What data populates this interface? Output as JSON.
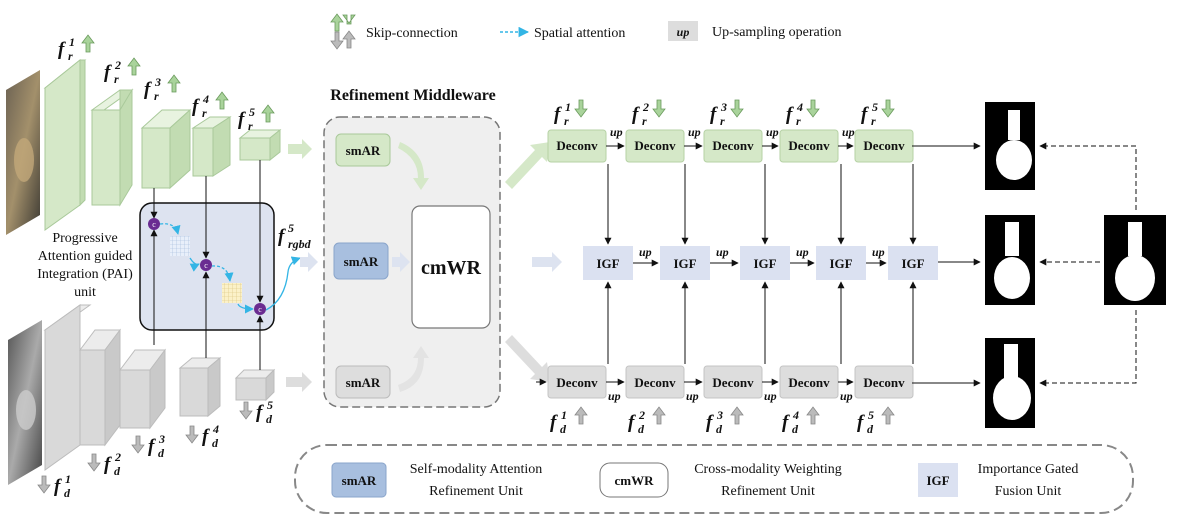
{
  "legend_top": {
    "skip": "Skip-connection",
    "spatial": "Spatial attention",
    "up_tag": "up",
    "up": "Up-sampling operation"
  },
  "title_middleware": "Refinement Middleware",
  "pai_label": [
    "Progressive",
    "Attention guided",
    "Integration (PAI)",
    "unit"
  ],
  "rgb_features": [
    {
      "base": "f",
      "sup": "1",
      "sub": "r"
    },
    {
      "base": "f",
      "sup": "2",
      "sub": "r"
    },
    {
      "base": "f",
      "sup": "3",
      "sub": "r"
    },
    {
      "base": "f",
      "sup": "4",
      "sub": "r"
    },
    {
      "base": "f",
      "sup": "5",
      "sub": "r"
    }
  ],
  "depth_features": [
    {
      "base": "f",
      "sup": "1",
      "sub": "d"
    },
    {
      "base": "f",
      "sup": "2",
      "sub": "d"
    },
    {
      "base": "f",
      "sup": "3",
      "sub": "d"
    },
    {
      "base": "f",
      "sup": "4",
      "sub": "d"
    },
    {
      "base": "f",
      "sup": "5",
      "sub": "d"
    }
  ],
  "rgbd_feature": {
    "base": "f",
    "sup": "5",
    "sub": "rgbd"
  },
  "middleware": {
    "smar": "smAR",
    "cmwr": "cmWR"
  },
  "decoder": {
    "deconv": "Deconv",
    "igf": "IGF",
    "up": "up",
    "c": "c"
  },
  "legend_bottom": {
    "smar_tag": "smAR",
    "smar_text": [
      "Self-modality Attention",
      "Refinement Unit"
    ],
    "cmwr_tag": "cmWR",
    "cmwr_text": [
      "Cross-modality Weighting",
      "Refinement Unit"
    ],
    "igf_tag": "IGF",
    "igf_text": [
      "Importance Gated",
      "Fusion Unit"
    ]
  },
  "colors": {
    "rgb_green": "#d5e8c8",
    "rgb_green_dark": "#a9c99a",
    "depth_gray": "#d9d9d9",
    "blue_box": "#dde3f0",
    "smar_blue": "#a8bfdf",
    "igf_blue": "#dbe1f1",
    "arrow_green": "#8fbf80",
    "attention_cyan": "#33b5e5",
    "concat_purple": "#6a2c91"
  }
}
